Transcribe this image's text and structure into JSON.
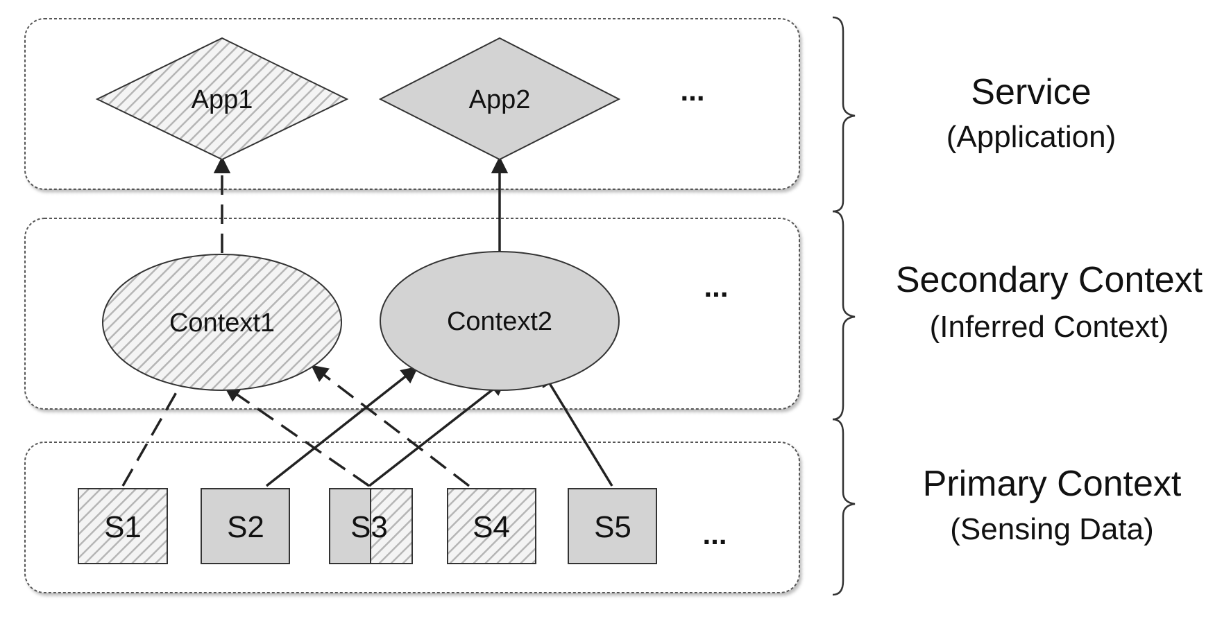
{
  "layers": [
    {
      "id": "service",
      "title": "Service",
      "subtitle": "(Application)",
      "items": [
        {
          "label": "App1",
          "fill": "hatched"
        },
        {
          "label": "App2",
          "fill": "gray"
        }
      ],
      "more": "..."
    },
    {
      "id": "secondary",
      "title": "Secondary Context",
      "subtitle": "(Inferred Context)",
      "items": [
        {
          "label": "Context1",
          "fill": "hatched"
        },
        {
          "label": "Context2",
          "fill": "gray"
        }
      ],
      "more": "..."
    },
    {
      "id": "primary",
      "title": "Primary Context",
      "subtitle": "(Sensing Data)",
      "items": [
        {
          "label": "S1",
          "fill": "hatched"
        },
        {
          "label": "S2",
          "fill": "gray"
        },
        {
          "label": "S3",
          "fill": "split"
        },
        {
          "label": "S4",
          "fill": "hatched"
        },
        {
          "label": "S5",
          "fill": "gray"
        }
      ],
      "more": "..."
    }
  ],
  "edges": [
    {
      "from": "Context1",
      "to": "App1",
      "style": "dashed"
    },
    {
      "from": "Context2",
      "to": "App2",
      "style": "solid"
    },
    {
      "from": "S1",
      "to": "Context1",
      "style": "dashed"
    },
    {
      "from": "S3",
      "to": "Context1",
      "style": "dashed"
    },
    {
      "from": "S4",
      "to": "Context1",
      "style": "dashed"
    },
    {
      "from": "S2",
      "to": "Context2",
      "style": "solid"
    },
    {
      "from": "S3",
      "to": "Context2",
      "style": "solid"
    },
    {
      "from": "S5",
      "to": "Context2",
      "style": "solid"
    }
  ],
  "colors": {
    "gray_fill": "#d3d3d3",
    "hatch_stripe": "#b5b5b5",
    "hatch_bg": "#f4f4f4",
    "stroke": "#333333",
    "layer_border": "#555555"
  }
}
